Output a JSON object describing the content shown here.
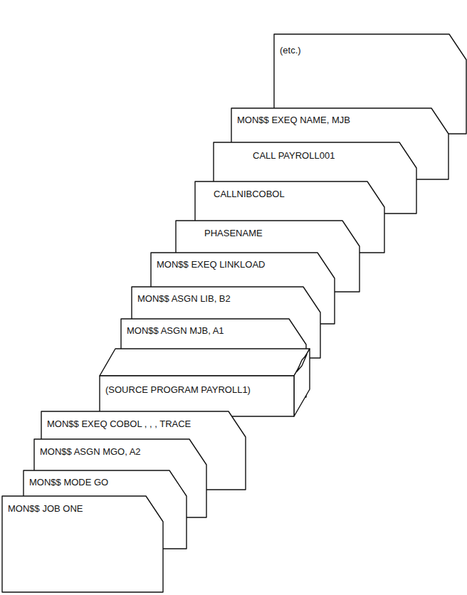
{
  "diagram": {
    "nodes": [
      {
        "text": [
          "MON$$ JOB ONE"
        ]
      },
      {
        "text": [
          "MON$$ MODE GO"
        ]
      },
      {
        "text": [
          "MON$$ ASGN MGO, A2"
        ]
      },
      {
        "text": [
          "MON$$ EXEQ COBOL , , , TRACE"
        ]
      },
      {
        "text": [
          "(SOURCE PROGRAM PAYROLL1)"
        ]
      },
      {
        "text": [
          "MON$$ ASGN MJB, A1"
        ]
      },
      {
        "text": [
          "MON$$ ASGN LIB, B2"
        ]
      },
      {
        "text": [
          "MON$$ EXEQ LINKLOAD"
        ]
      },
      {
        "text": [
          "PHASENAME"
        ]
      },
      {
        "text": [
          "CALLNIBCOBOL"
        ]
      },
      {
        "text": [
          "CALL PAYROLL001"
        ]
      },
      {
        "text": [
          "MON$$ EXEQ NAME, MJB"
        ]
      },
      {
        "text": [
          "(etc.)"
        ]
      }
    ]
  }
}
